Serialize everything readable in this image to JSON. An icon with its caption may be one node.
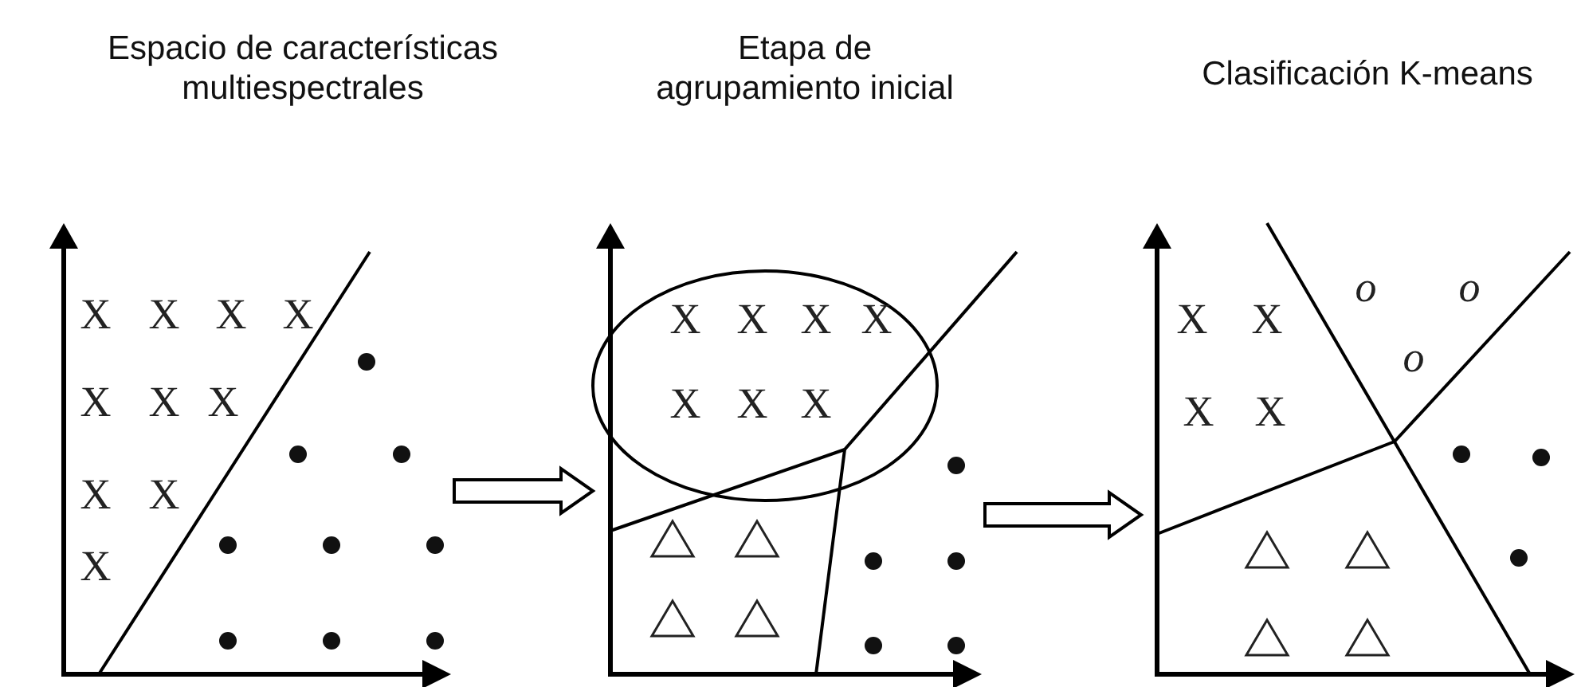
{
  "diagram": {
    "nodes": [
      {
        "text": [
          "Espacio de características multiespectrales"
        ]
      },
      {
        "text": [
          "Etapa de agrupamiento inicial"
        ]
      },
      {
        "text": [
          "Clasificación K-means"
        ]
      }
    ],
    "edges": [
      {
        "from": 0,
        "to": 1,
        "arrow": "to"
      },
      {
        "from": 1,
        "to": 2,
        "arrow": "to"
      }
    ],
    "labels": [
      "X",
      "X",
      "X",
      "X",
      "X",
      "X",
      "X",
      "X",
      "X",
      "X",
      "X",
      "X",
      "X",
      "X",
      "X",
      "X",
      "X",
      "X",
      "X",
      "o",
      "o",
      "o",
      "X",
      "X"
    ]
  }
}
